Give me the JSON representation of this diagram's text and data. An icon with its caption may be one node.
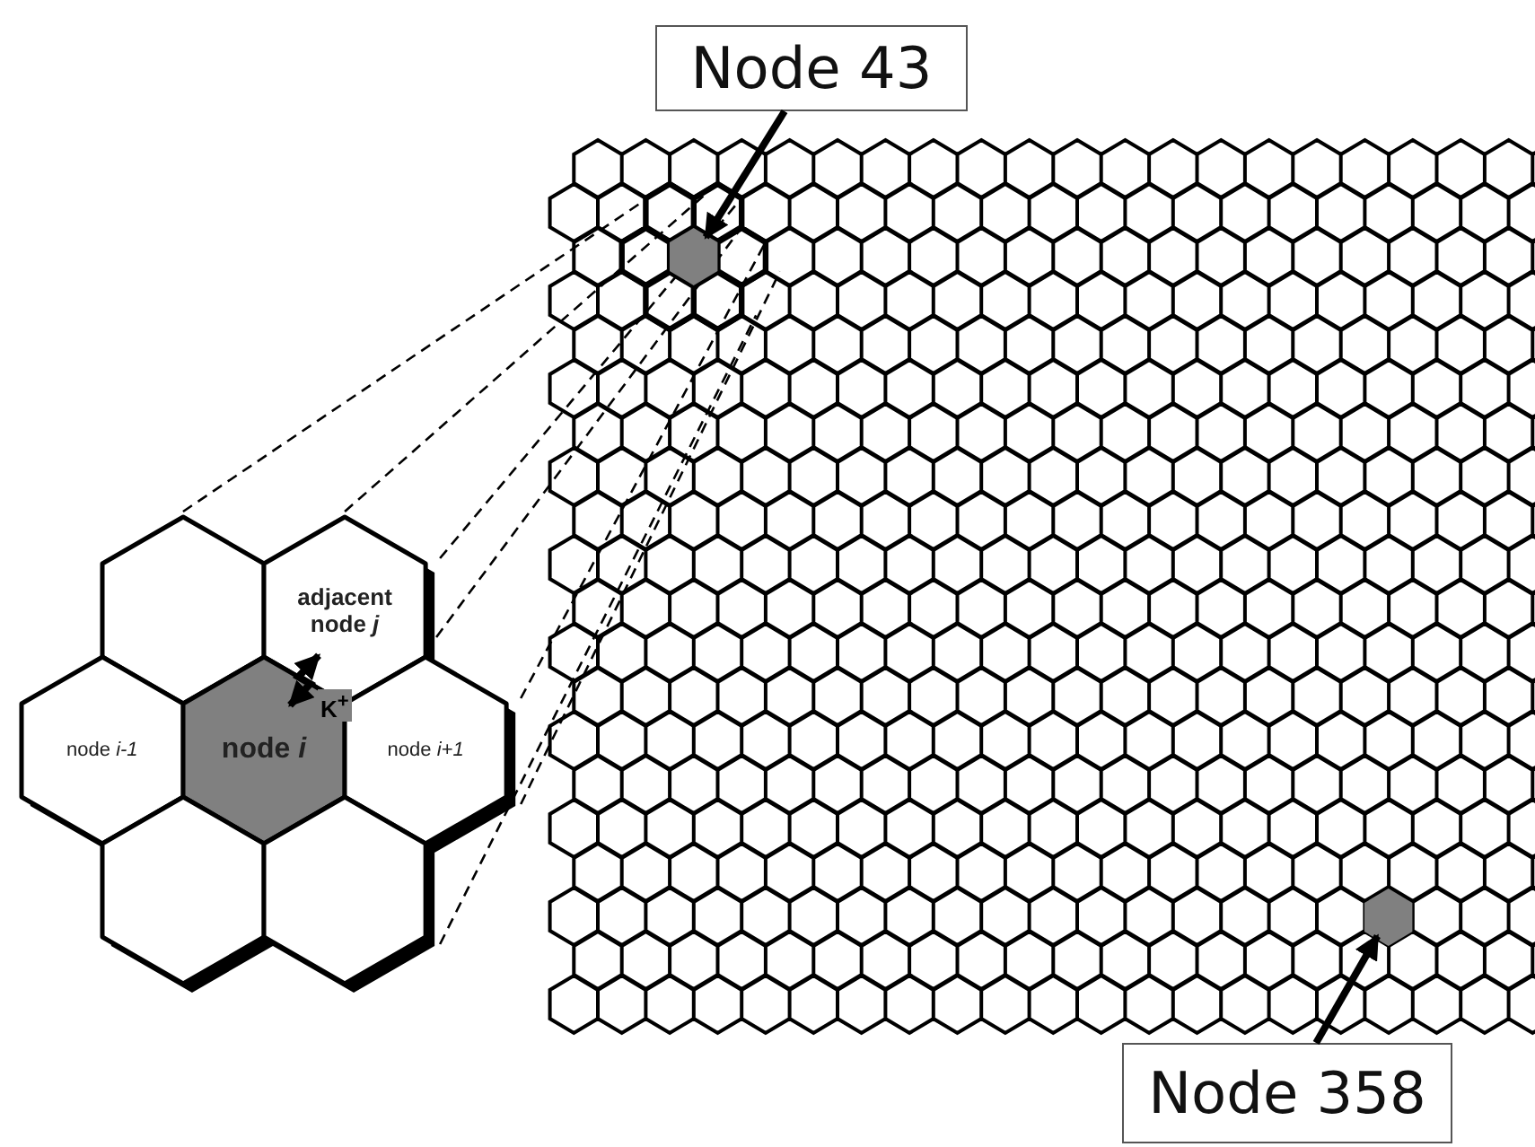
{
  "diagram": {
    "nodes": [
      {
        "text": [
          "Node 43"
        ]
      },
      {
        "text": [],
        "shape": "hexagon"
      },
      {
        "text": [
          "Node 358"
        ]
      },
      {
        "text": [],
        "shape": "hexagon"
      },
      {
        "text": [],
        "shape": "hexagon"
      },
      {
        "text": [
          "adjacent node *j*"
        ]
      },
      {
        "text": [
          "node *i-1*"
        ]
      },
      {
        "text": [
          "node *i*"
        ]
      },
      {
        "text": [
          "node *i+1*"
        ]
      },
      {
        "text": [],
        "shape": "hexagon"
      },
      {
        "text": [],
        "shape": "hexagon"
      }
    ],
    "edges": [
      {
        "from": 0,
        "to": 1,
        "arrow": "to"
      },
      {
        "from": 2,
        "to": 3,
        "arrow": "to"
      },
      {
        "from": 7,
        "to": 5,
        "arrow": "both",
        "label": "K$^{+}$"
      }
    ]
  }
}
